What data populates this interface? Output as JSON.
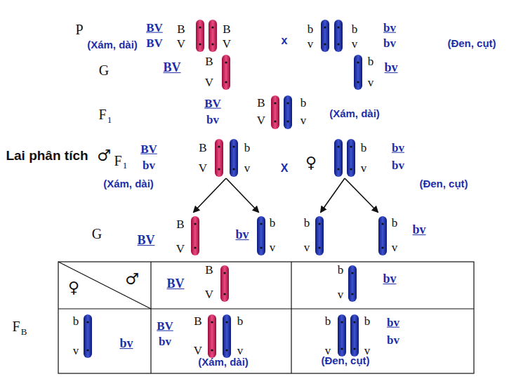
{
  "diagram": {
    "labels": [
      "P",
      "(Xám, dài)",
      "BV",
      "BV",
      "B",
      "V",
      "B",
      "V",
      "x",
      "b",
      "v",
      "b",
      "v",
      "bv",
      "bv",
      "(Đen, cụt)",
      "G",
      "BV",
      "B",
      "V",
      "b",
      "v",
      "bv",
      "F",
      "1",
      "BV",
      "bv",
      "B",
      "V",
      "b",
      "v",
      "(Xám, dài)",
      "Lai phân tích",
      "♂",
      "F",
      "1",
      "BV",
      "bv",
      "B",
      "V",
      "b",
      "v",
      "(Xám, dài)",
      "X",
      "♀",
      "b",
      "v",
      "bv",
      "bv",
      "(Đen, cụt)",
      "G",
      "BV",
      "B",
      "V",
      "bv",
      "b",
      "v",
      "b",
      "v",
      "b",
      "v",
      "bv",
      "F",
      "B",
      "♀",
      "♂",
      "BV",
      "B",
      "V",
      "b",
      "v",
      "bv",
      "b",
      "v",
      "bv",
      "BV",
      "bv",
      "B",
      "V",
      "b",
      "v",
      "(Xám, dài)",
      "b",
      "v",
      "b",
      "v",
      "bv",
      "bv",
      "(Đen, cụt)"
    ]
  }
}
